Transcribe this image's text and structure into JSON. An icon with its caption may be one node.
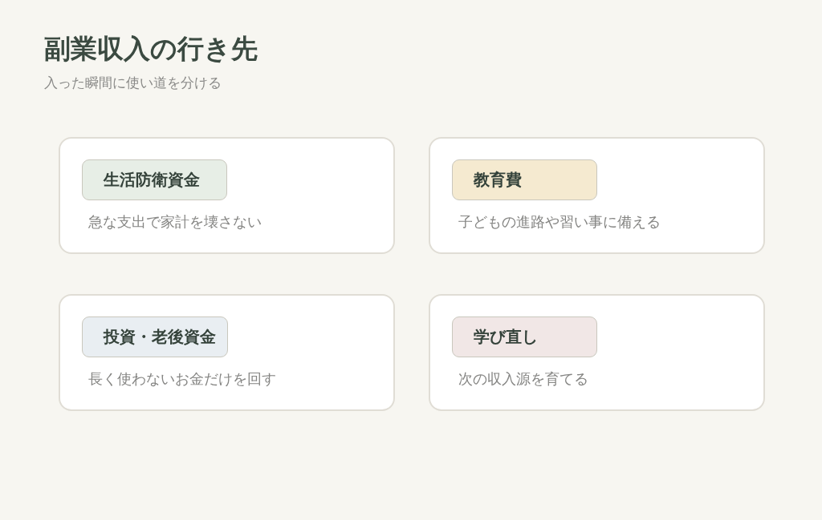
{
  "diagram": {
    "title": "副業収入の行き先",
    "nodes": [
      {
        "text": [
          "急な支出で家計を壊さない"
        ]
      },
      {
        "text": [
          "生活防衛資金"
        ],
        "in": 0
      },
      {
        "text": [
          "子どもの進路や習い事に備える"
        ]
      },
      {
        "text": [
          "教育費"
        ],
        "in": 2
      },
      {
        "text": [
          "長く使わないお金だけを回す"
        ]
      },
      {
        "text": [
          "投資・老後資金"
        ],
        "in": 4
      },
      {
        "text": [
          "次の収入源を育てる"
        ]
      },
      {
        "text": [
          "学び直し"
        ],
        "in": 6
      }
    ],
    "labels": [
      "入った瞬間に使い道を分ける"
    ]
  }
}
